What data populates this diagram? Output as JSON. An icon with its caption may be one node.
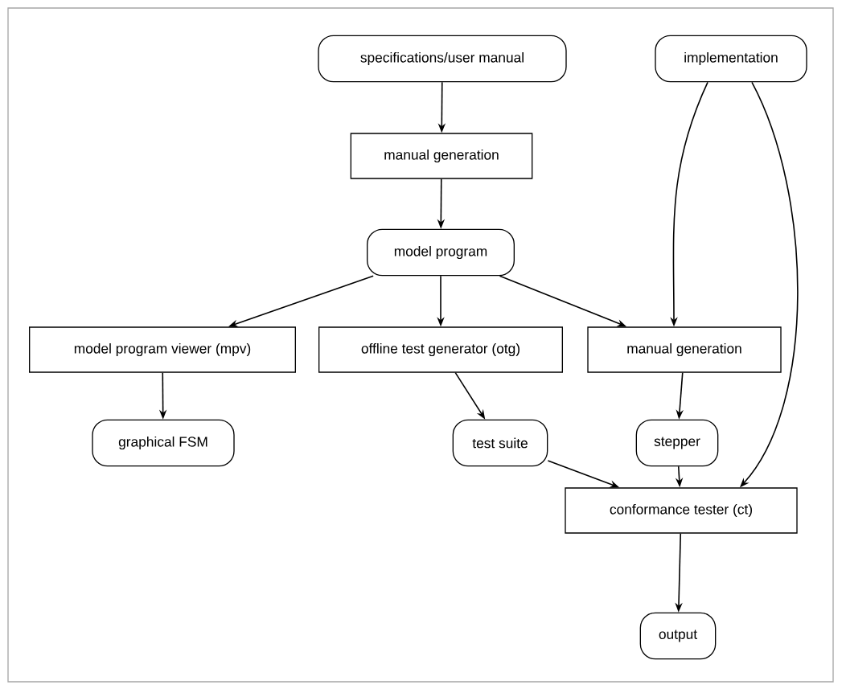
{
  "diagram": {
    "nodes": [
      {
        "text": [
          "specifications/user manual"
        ]
      },
      {
        "text": [
          "implementation"
        ]
      },
      {
        "text": [
          "manual generation"
        ]
      },
      {
        "text": [
          "model program"
        ]
      },
      {
        "text": [
          "model program viewer (mpv)"
        ]
      },
      {
        "text": [
          "offline test generator (otg)"
        ]
      },
      {
        "text": [
          "manual generation"
        ]
      },
      {
        "text": [
          "graphical FSM"
        ]
      },
      {
        "text": [
          "test suite"
        ]
      },
      {
        "text": [
          "stepper"
        ]
      },
      {
        "text": [
          "conformance tester (ct)"
        ]
      },
      {
        "text": [
          "output"
        ]
      }
    ],
    "edges": [
      {
        "from": 0,
        "to": 2,
        "arrow": "to"
      },
      {
        "from": 2,
        "to": 3,
        "arrow": "to"
      },
      {
        "from": 3,
        "to": 4,
        "arrow": "to"
      },
      {
        "from": 3,
        "to": 5,
        "arrow": "to"
      },
      {
        "from": 3,
        "to": 6,
        "arrow": "to"
      },
      {
        "from": 1,
        "to": 6,
        "arrow": "to"
      },
      {
        "from": 1,
        "to": 10,
        "arrow": "to"
      },
      {
        "from": 4,
        "to": 7,
        "arrow": "to"
      },
      {
        "from": 5,
        "to": 8,
        "arrow": "to"
      },
      {
        "from": 6,
        "to": 9,
        "arrow": "to"
      },
      {
        "from": 8,
        "to": 10,
        "arrow": "to"
      },
      {
        "from": 9,
        "to": 10,
        "arrow": "to"
      },
      {
        "from": 10,
        "to": 11,
        "arrow": "to"
      }
    ]
  }
}
